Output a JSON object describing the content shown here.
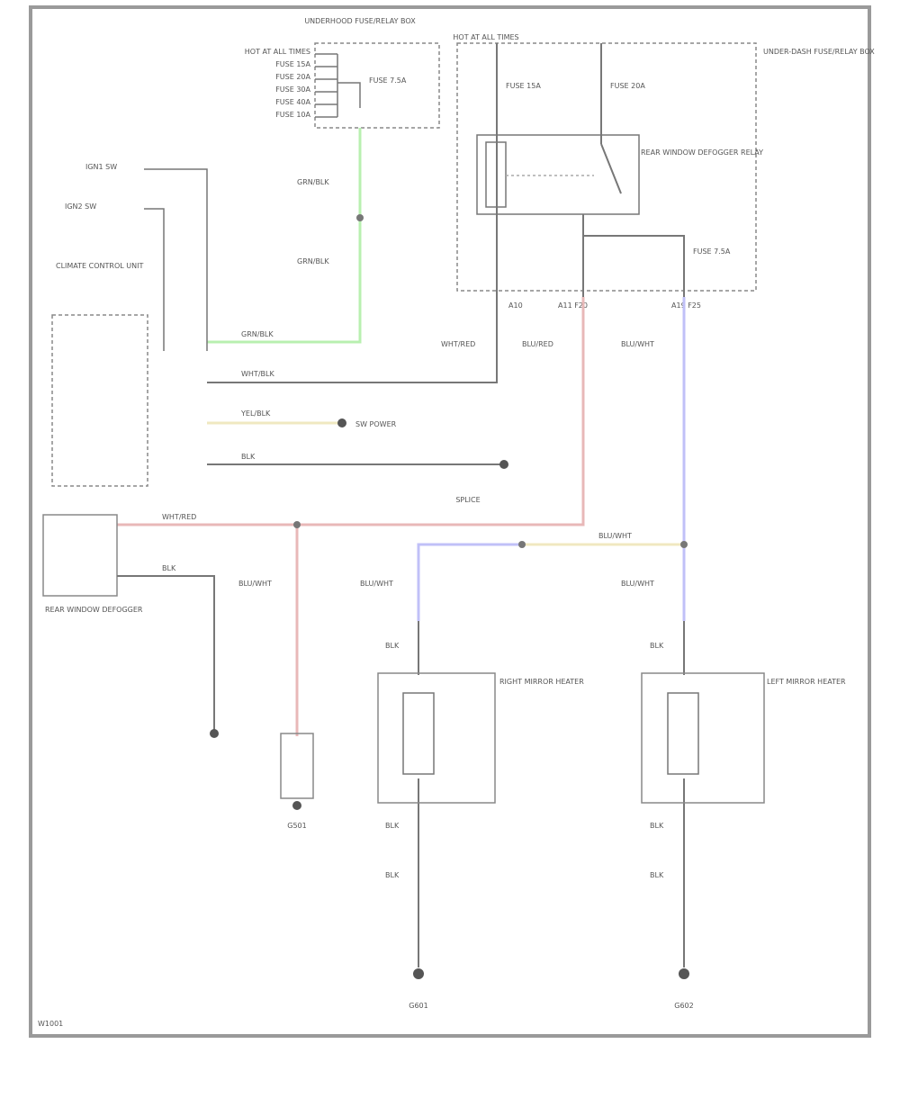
{
  "diagram": {
    "footer_code": "W1001",
    "colors": {
      "wire": "#666666",
      "green": "#b8f0b0",
      "red": "#e8b8b8",
      "blue": "#c0c0f8",
      "yellow": "#f0e8c0",
      "frame": "#999999"
    },
    "components": {
      "fuse_top": {
        "title": "UNDERHOOD FUSE/RELAY BOX",
        "rows": [
          "HOT AT ALL TIMES",
          "FUSE 15A",
          "FUSE 20A",
          "FUSE 30A",
          "FUSE 40A",
          "FUSE 10A"
        ],
        "fuse": "FUSE 7.5A"
      },
      "relay_box": {
        "hot_label": "HOT AT ALL TIMES",
        "fuse_a": "FUSE 15A",
        "fuse_b": "FUSE 20A",
        "relay_name": "REAR WINDOW DEFOGGER RELAY",
        "side_label": "UNDER-DASH FUSE/RELAY BOX",
        "fuse_c": "FUSE 7.5A",
        "pins": [
          "A10",
          "A11 F20",
          "A19 F25"
        ]
      },
      "left_inputs": [
        "IGN1 SW",
        "IGN2 SW"
      ],
      "climate_unit": "CLIMATE CONTROL UNIT",
      "defogger": "REAR WINDOW DEFOGGER",
      "mirror_right": "RIGHT MIRROR HEATER",
      "mirror_left": "LEFT MIRROR HEATER",
      "gnd_center": "G501",
      "gnd_right_mirror": "G601",
      "gnd_left_mirror": "G602",
      "splice_sw": "SW POWER",
      "splice_ctl": "SPLICE"
    },
    "wires": {
      "grn_blk_1": "GRN/BLK",
      "grn_blk_2": "GRN/BLK",
      "grn_blk_3": "GRN/BLK",
      "wht_blk": "WHT/BLK",
      "wht_red": "WHT/RED",
      "blu_red": "BLU/RED",
      "blk": "BLK",
      "wht_red_2": "WHT/RED",
      "blu_wht_1": "BLU/WHT",
      "blu_wht_2": "BLU/WHT",
      "blu_wht_3": "BLU/WHT",
      "blu_wht_4": "BLU/WHT",
      "blu_wht_5": "BLU/WHT",
      "yel_blk": "YEL/BLK",
      "blk_a": "BLK",
      "blk_b": "BLK",
      "blk_c": "BLK",
      "blk_d": "BLK",
      "blk_e": "BLK",
      "blk_f": "BLK",
      "blk_g": "BLK"
    }
  }
}
